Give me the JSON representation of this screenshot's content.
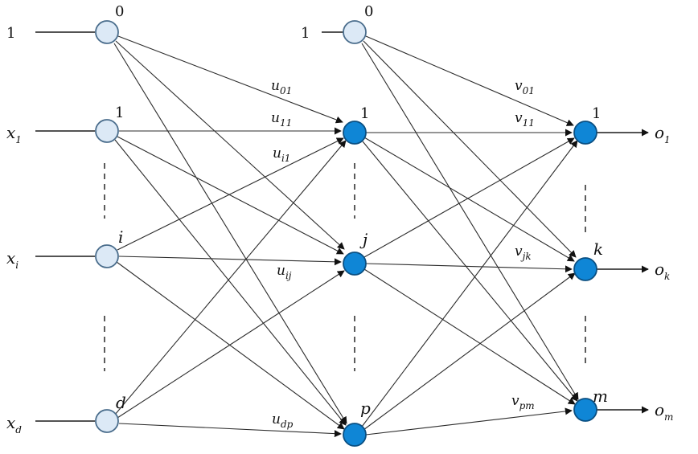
{
  "input_layer": {
    "labels": [
      {
        "main": "1",
        "sub": ""
      },
      {
        "main": "x",
        "sub": "1"
      },
      {
        "main": "x",
        "sub": "i"
      },
      {
        "main": "x",
        "sub": "d"
      }
    ],
    "node_indices": [
      "0",
      "1",
      "i",
      "d"
    ]
  },
  "hidden_layer": {
    "bias_label": "1",
    "node_indices": [
      "0",
      "1",
      "j",
      "p"
    ]
  },
  "output_layer": {
    "node_indices": [
      "1",
      "k",
      "m"
    ],
    "labels": [
      {
        "main": "o",
        "sub": "1"
      },
      {
        "main": "o",
        "sub": "k"
      },
      {
        "main": "o",
        "sub": "m"
      }
    ]
  },
  "weights": {
    "u01": {
      "main": "u",
      "sub": "01"
    },
    "u11": {
      "main": "u",
      "sub": "11"
    },
    "ui1": {
      "main": "u",
      "sub": "i1"
    },
    "uij": {
      "main": "u",
      "sub": "ij"
    },
    "udp": {
      "main": "u",
      "sub": "dp"
    },
    "v01": {
      "main": "v",
      "sub": "01"
    },
    "v11": {
      "main": "v",
      "sub": "11"
    },
    "vjk": {
      "main": "v",
      "sub": "jk"
    },
    "vpm": {
      "main": "v",
      "sub": "pm"
    }
  },
  "colors": {
    "input_node_fill": "#dce9f6",
    "hidden_output_node_fill": "#0f86d6"
  }
}
